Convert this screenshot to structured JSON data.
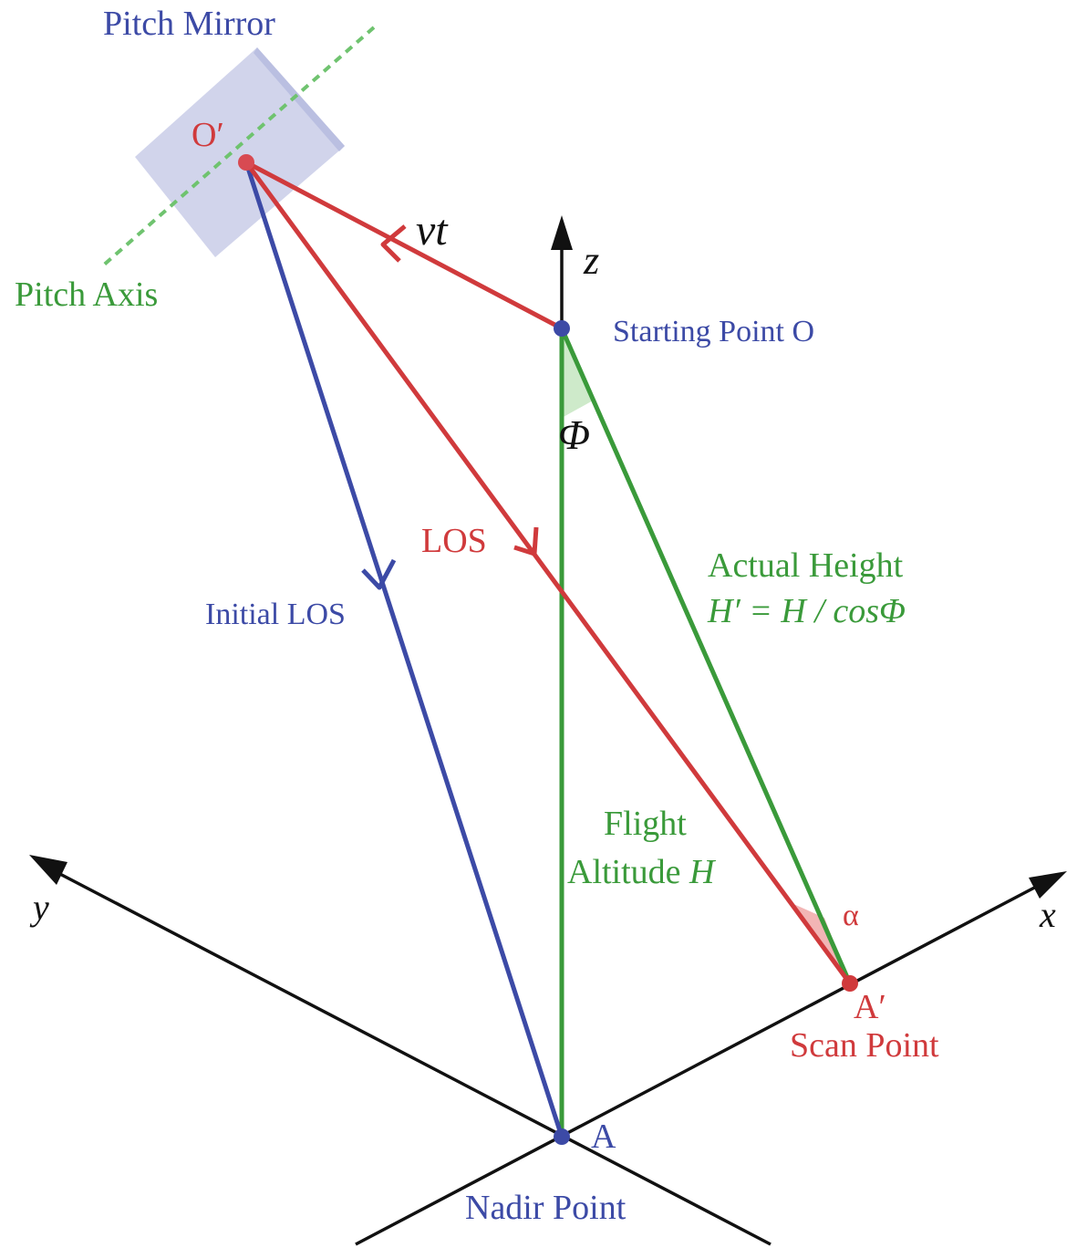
{
  "labels": {
    "pitch_mirror": "Pitch Mirror",
    "pitch_axis": "Pitch Axis",
    "o_prime": "O′",
    "vt": "vt",
    "z": "z",
    "starting_point": "Starting Point O",
    "phi": "Φ",
    "los": "LOS",
    "initial_los": "Initial LOS",
    "actual_height_title": "Actual Height",
    "actual_height_formula": "H′ = H / cosΦ",
    "flight": "Flight",
    "altitude_prefix": "Altitude ",
    "altitude_var": "H",
    "alpha": "α",
    "y": "y",
    "x": "x",
    "a_prime": "A′",
    "scan_point": "Scan Point",
    "a": "A",
    "nadir_point": "Nadir Point"
  },
  "colors": {
    "blue": "#3c4aa6",
    "red": "#d03a3c",
    "green": "#3a9a3a",
    "black": "#111111",
    "mirror_fill": "#c9cde8",
    "pitch_axis": "#6fc36f"
  }
}
